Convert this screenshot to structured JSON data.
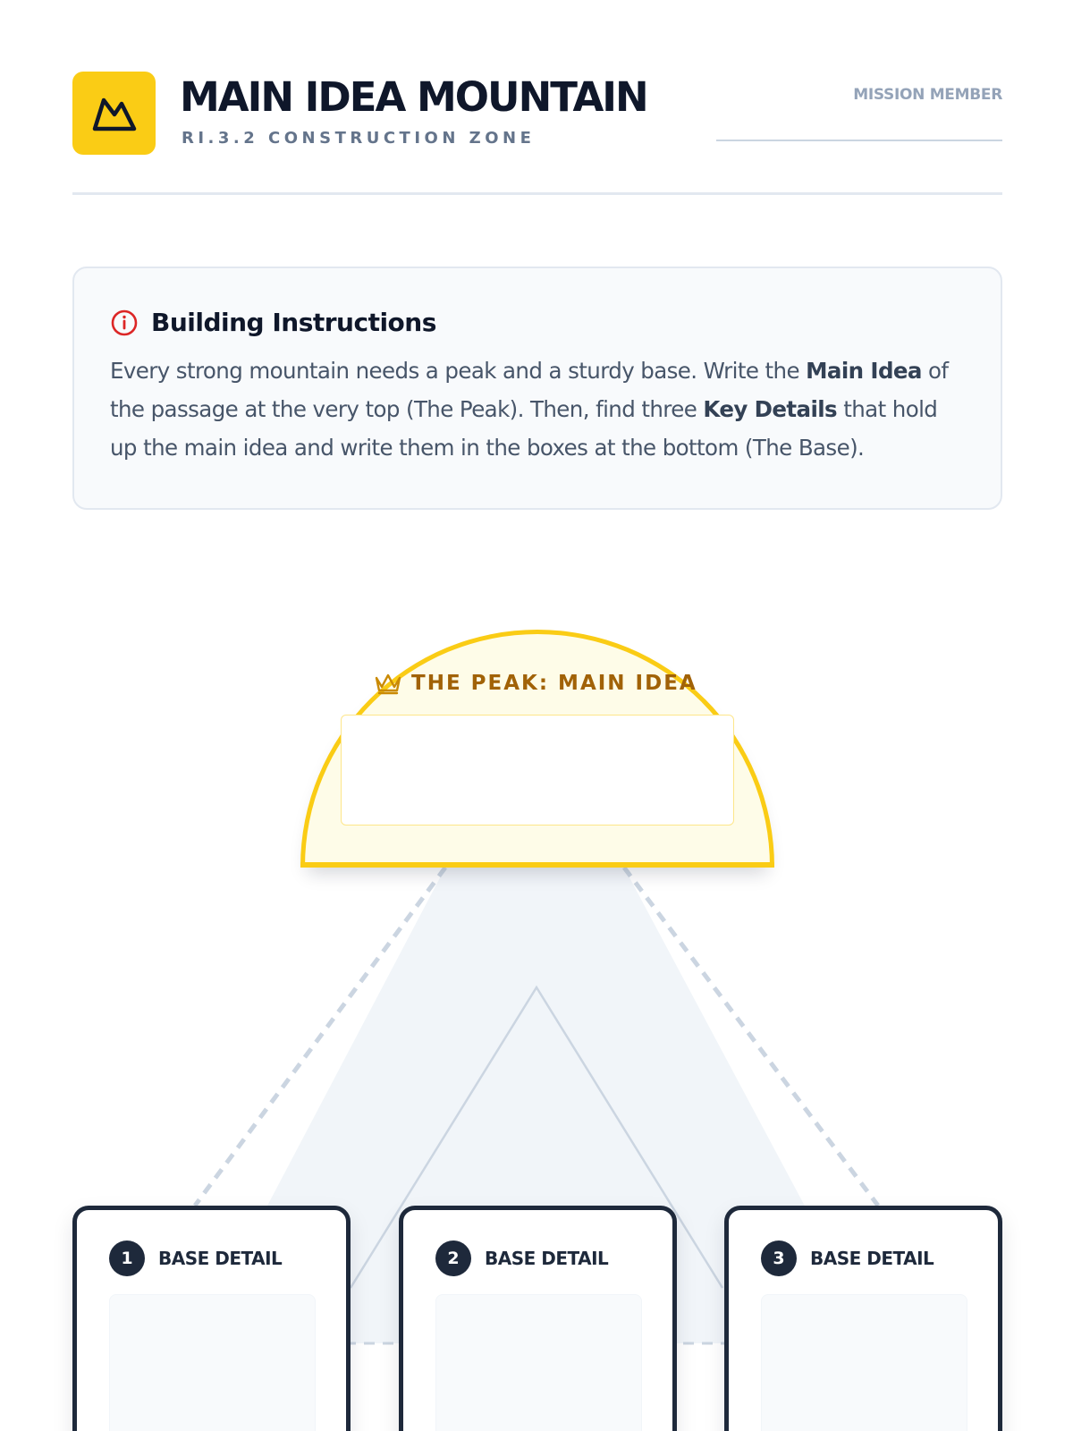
{
  "header": {
    "title": "MAIN IDEA MOUNTAIN",
    "subtitle": "RI.3.2 CONSTRUCTION ZONE",
    "member_label": "MISSION MEMBER",
    "member_value": ""
  },
  "instructions": {
    "title": "Building Instructions",
    "text_1": "Every strong mountain needs a peak and a sturdy base. Write the ",
    "bold_1": "Main Idea",
    "text_2": " of the passage at the very top (The Peak). Then, find three ",
    "bold_2": "Key Details",
    "text_3": " that hold up the main idea and write them in the boxes at the bottom (The Base)."
  },
  "peak": {
    "label": "THE PEAK: MAIN IDEA",
    "value": ""
  },
  "base": [
    {
      "number": "1",
      "label": "BASE DETAIL",
      "value": ""
    },
    {
      "number": "2",
      "label": "BASE DETAIL",
      "value": ""
    },
    {
      "number": "3",
      "label": "BASE DETAIL",
      "value": ""
    }
  ],
  "icons": {
    "logo": "mountain-icon",
    "instructions": "info-icon",
    "peak": "crown-icon"
  },
  "colors": {
    "accent": "#facc15",
    "dark": "#1e293b",
    "peak_label": "#a16207",
    "info": "#dc2626",
    "mountain_fill": "#f1f5f9"
  }
}
